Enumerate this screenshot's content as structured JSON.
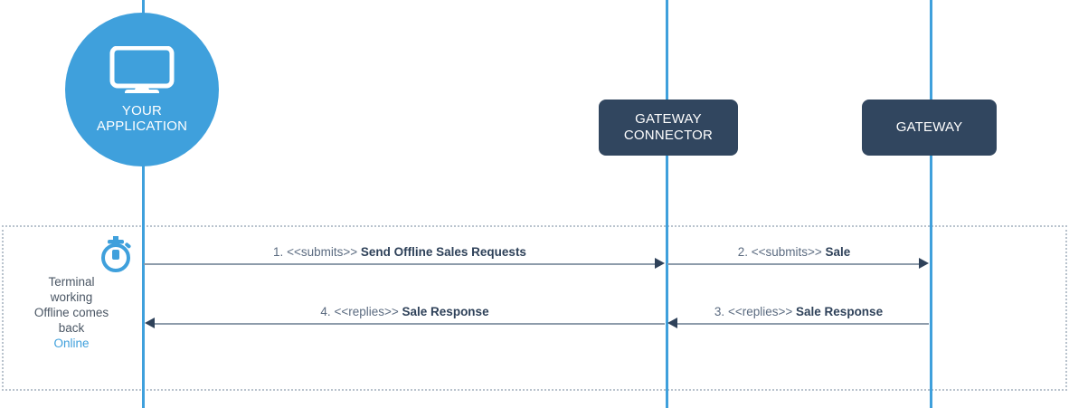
{
  "diagram": {
    "type": "uml-sequence-diagram",
    "colors": {
      "accent_blue": "#3fa0dc",
      "box_navy": "#31465f",
      "arrow_gray": "#8e9cab",
      "arrowhead_navy": "#2e4159",
      "label_bold": "#2e4159",
      "label_regular": "#5b6b80",
      "note_text": "#4a5664",
      "region_border": "#b9c3cd"
    },
    "participants": [
      {
        "id": "application",
        "label": "YOUR\nAPPLICATION",
        "shape": "circle",
        "icon": "monitor-icon"
      },
      {
        "id": "gateway-connector",
        "label": "GATEWAY\nCONNECTOR",
        "shape": "rounded-box"
      },
      {
        "id": "gateway",
        "label": "GATEWAY",
        "shape": "rounded-box"
      }
    ],
    "messages": [
      {
        "number": "1.",
        "stereotype": "<<submits>>",
        "name": "Send Offline Sales Requests",
        "from": "application",
        "to": "gateway-connector",
        "direction": "right"
      },
      {
        "number": "2.",
        "stereotype": "<<submits>>",
        "name": "Sale",
        "from": "gateway-connector",
        "to": "gateway",
        "direction": "right"
      },
      {
        "number": "3.",
        "stereotype": "<<replies>>",
        "name": "Sale Response",
        "from": "gateway",
        "to": "gateway-connector",
        "direction": "left"
      },
      {
        "number": "4.",
        "stereotype": "<<replies>>",
        "name": "Sale Response",
        "from": "gateway-connector",
        "to": "application",
        "direction": "left"
      }
    ],
    "note": {
      "icon": "stopwatch-icon",
      "line1": "Terminal",
      "line2": "working",
      "line3": "Offline comes",
      "line4": "back",
      "highlight": "Online"
    }
  }
}
